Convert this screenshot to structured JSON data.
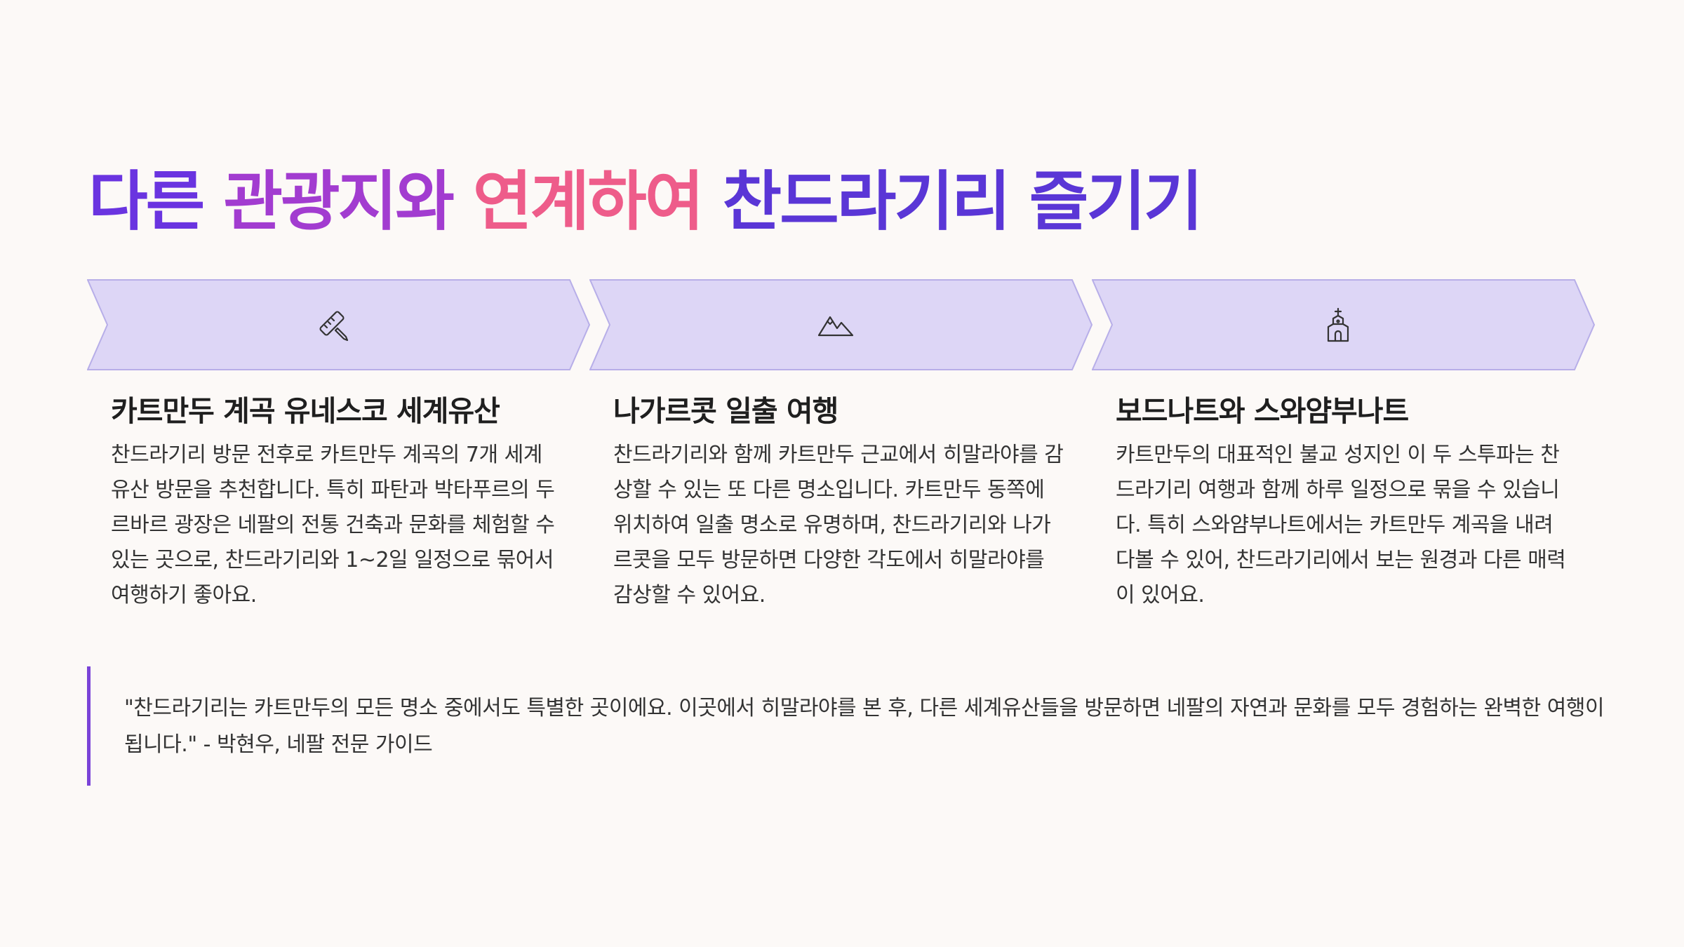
{
  "title": {
    "part1": "다른 관광지와",
    "part2": "연계하여",
    "part3": "찬드라기리 즐기기"
  },
  "colors": {
    "title_start": "#6a34e0",
    "title_mid": "#a23cd0",
    "title_pink": "#ee5c8a",
    "chevron_fill": "#ddd6f6",
    "chevron_stroke": "#b7aee8",
    "quote_bar": "#7a43d8",
    "background": "#fcf9f7"
  },
  "sections": [
    {
      "icon": "ruler-pencil-icon",
      "heading": "카트만두 계곡 유네스코 세계유산",
      "body": "찬드라기리 방문 전후로 카트만두 계곡의 7개 세계 유산 방문을 추천합니다. 특히 파탄과 박타푸르의 두르바르 광장은 네팔의 전통 건축과 문화를 체험할 수 있는 곳으로, 찬드라기리와 1~2일 일정으로 묶어서 여행하기 좋아요."
    },
    {
      "icon": "mountain-icon",
      "heading": "나가르콧 일출 여행",
      "body": "찬드라기리와 함께 카트만두 근교에서 히말라야를 감상할 수 있는 또 다른 명소입니다. 카트만두 동쪽에 위치하여 일출 명소로 유명하며, 찬드라기리와 나가르콧을 모두 방문하면 다양한 각도에서 히말라야를 감상할 수 있어요."
    },
    {
      "icon": "church-icon",
      "heading": "보드나트와 스와얌부나트",
      "body": "카트만두의 대표적인 불교 성지인 이 두 스투파는 찬드라기리 여행과 함께 하루 일정으로 묶을 수 있습니다. 특히 스와얌부나트에서는 카트만두 계곡을 내려다볼 수 있어, 찬드라기리에서 보는 원경과 다른 매력이 있어요."
    }
  ],
  "quote": {
    "text": "\"찬드라기리는 카트만두의 모든 명소 중에서도 특별한 곳이에요. 이곳에서 히말라야를 본 후, 다른 세계유산들을 방문하면 네팔의 자연과 문화를 모두 경험하는 완벽한 여행이 됩니다.\" - 박현우, 네팔 전문 가이드"
  }
}
